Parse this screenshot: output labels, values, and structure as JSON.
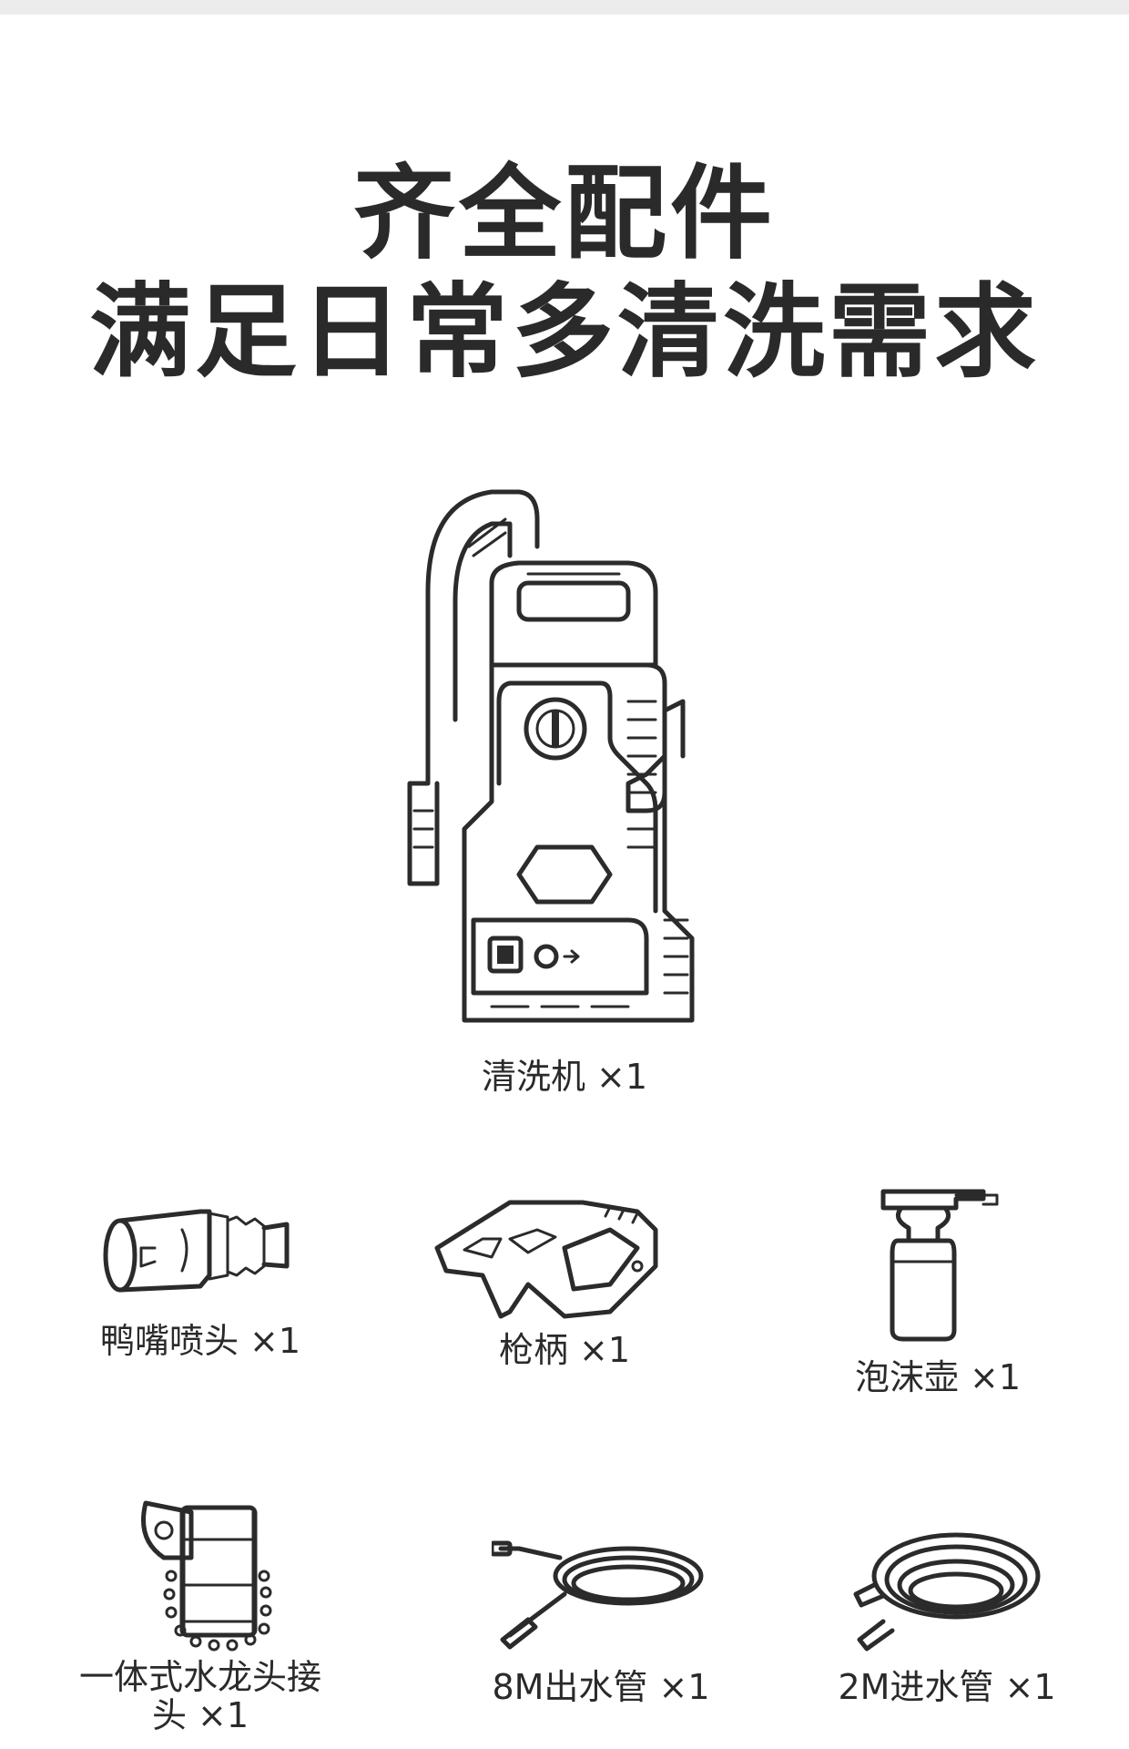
{
  "heading": {
    "line1": "齐全配件",
    "line2": "满足日常多清洗需求"
  },
  "items": [
    {
      "icon": "pressure-washer-machine",
      "label": "清洗机 ×1"
    },
    {
      "icon": "duckbill-nozzle",
      "label": "鸭嘴喷头 ×1"
    },
    {
      "icon": "spray-gun-handle",
      "label": "枪柄 ×1"
    },
    {
      "icon": "foam-bottle",
      "label": "泡沫壶 ×1"
    },
    {
      "icon": "faucet-connector",
      "label": "一体式水龙头接头 ×1"
    },
    {
      "icon": "outlet-hose",
      "label": "8M出水管 ×1"
    },
    {
      "icon": "inlet-hose",
      "label": "2M进水管 ×1"
    }
  ]
}
